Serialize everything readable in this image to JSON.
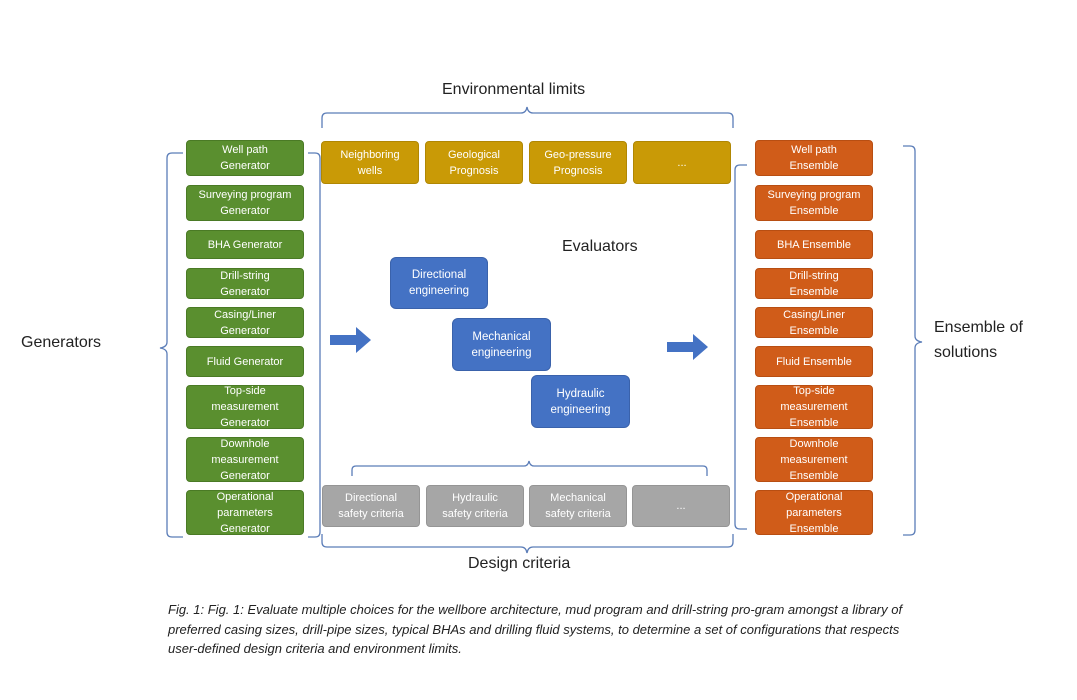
{
  "labels": {
    "environmental_limits": "Environmental limits",
    "evaluators": "Evaluators",
    "design_criteria": "Design criteria",
    "generators": "Generators",
    "ensemble_line1": "Ensemble of",
    "ensemble_line2": "solutions"
  },
  "generators": [
    "Well path\nGenerator",
    "Surveying program\nGenerator",
    "BHA Generator",
    "Drill-string\nGenerator",
    "Casing/Liner\nGenerator",
    "Fluid Generator",
    "Top-side\nmeasurement\nGenerator",
    "Downhole\nmeasurement\nGenerator",
    "Operational\nparameters\nGenerator"
  ],
  "ensembles": [
    "Well path\nEnsemble",
    "Surveying program\nEnsemble",
    "BHA Ensemble",
    "Drill-string\nEnsemble",
    "Casing/Liner\nEnsemble",
    "Fluid Ensemble",
    "Top-side\nmeasurement\nEnsemble",
    "Downhole\nmeasurement\nEnsemble",
    "Operational\nparameters\nEnsemble"
  ],
  "environmental_limits": [
    "Neighboring\nwells",
    "Geological\nPrognosis",
    "Geo-pressure\nPrognosis",
    "..."
  ],
  "design_criteria": [
    "Directional\nsafety criteria",
    "Hydraulic\nsafety criteria",
    "Mechanical\nsafety criteria",
    "..."
  ],
  "evaluators": [
    "Directional\nengineering",
    "Mechanical\nengineering",
    "Hydraulic\nengineering"
  ],
  "caption": "Fig. 1: Fig. 1: Evaluate multiple choices for the wellbore architecture, mud program and drill-string pro-gram amongst a library of preferred casing sizes, drill-pipe sizes, typical BHAs and drilling fluid systems, to determine a set of configurations that respects user-defined design criteria and environment limits.",
  "colors": {
    "generator": "#5a8f2f",
    "ensemble": "#d05c19",
    "environment": "#c99a06",
    "criteria": "#a6a6a6",
    "evaluator": "#4472c4",
    "bracket": "#5b7db8"
  },
  "icons": {
    "input_arrow": "right-arrow-icon",
    "output_arrow": "right-arrow-icon"
  }
}
